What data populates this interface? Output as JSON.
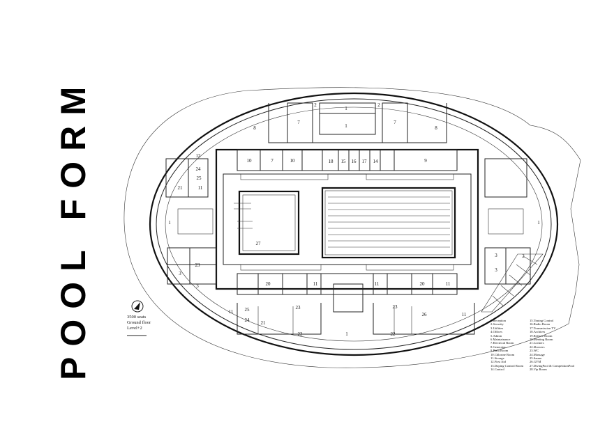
{
  "title": "POOL FORM",
  "info": {
    "seats": "3500 seats",
    "floor": "Ground floor",
    "level": "Level+2"
  },
  "room_numbers": {
    "top_center": "1",
    "top_upper": "1",
    "left_lobby": "1",
    "right_lobby": "1",
    "bottom_center": "1",
    "nw_8": "8",
    "nw_7": "7",
    "ne_7": "7",
    "ne_8": "8",
    "n_10a": "10",
    "n_7": "7",
    "n_10b": "10",
    "n_18": "18",
    "n_15": "15",
    "n_16": "16",
    "n_17": "17",
    "n_14": "14",
    "n_9": "9",
    "n_2a": "2",
    "n_2b": "2",
    "w_12": "12",
    "w_24": "24",
    "w_25": "25",
    "w_21": "21",
    "w_11": "11",
    "w_23": "23",
    "w_3a": "3",
    "w_3b": "3",
    "s_20a": "20",
    "s_11a": "11",
    "s_11b": "11",
    "s_20b": "20",
    "s_11c": "11",
    "sw_11": "11",
    "sw_25": "25",
    "sw_24": "24",
    "sw_21": "21",
    "sw_23": "23",
    "sw_22": "22",
    "se_23": "23",
    "se_22": "22",
    "se_26": "26",
    "se_11": "11",
    "e_3a": "3",
    "e_3b": "3",
    "e_2": "2",
    "pool_27": "27"
  },
  "legend": {
    "col1": [
      "1.Reception",
      "2.Security",
      "3.Utilities",
      "4.Offices",
      "5.Admin",
      "6.Maintainance",
      "7.Electrical Room",
      "8.Generator",
      "9.Plant Room",
      "10.Chlorine Room",
      "11.Storage",
      "12.First Aid",
      "13.Doping Control Room",
      "14.Control"
    ],
    "col2": [
      "15.Timing Control",
      "16.Radio Room",
      "17.Transmission TV",
      "18.Archives",
      "19.Referee Room",
      "20.Meeting Room",
      "21.Lockers",
      "22.Showers",
      "23.WC",
      "24.Massage",
      "25.Sauna",
      "26.GYM",
      "27.DivingPool & CompetitionPool",
      "28.Vip Room"
    ]
  }
}
